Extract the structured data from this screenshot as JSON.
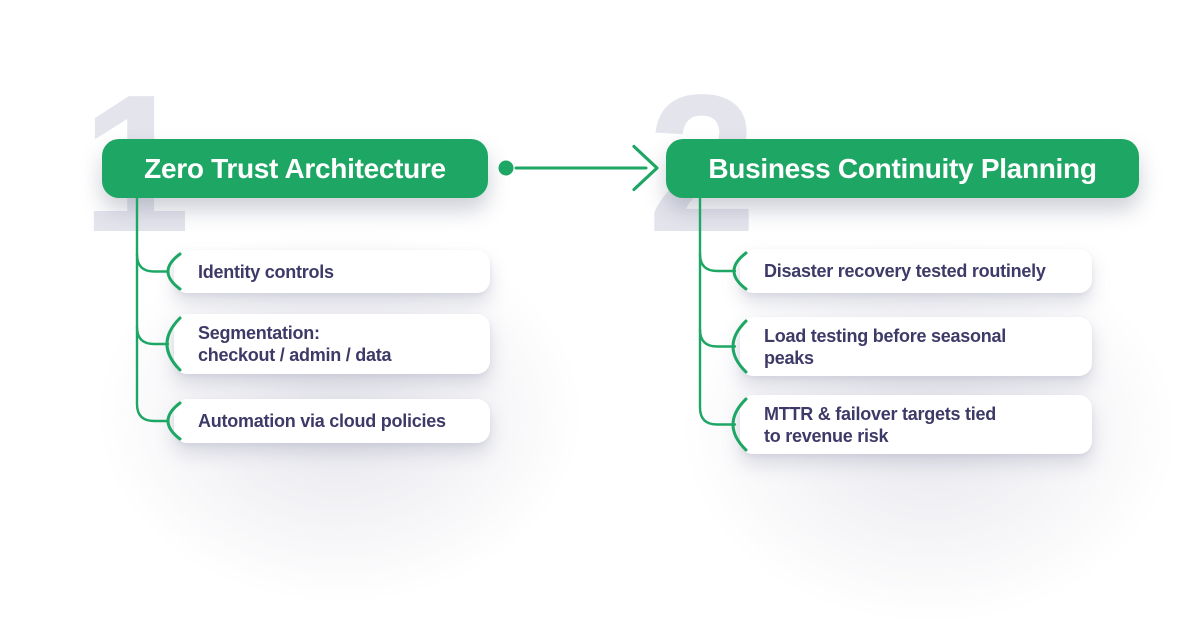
{
  "diagram": {
    "type": "two-step flow with sub-item branches",
    "colors": {
      "accent": "#1EA664",
      "node_bg": "#1EA664",
      "node_text": "#FFFFFF",
      "card_bg": "#FFFFFF",
      "card_text": "#3E3A68",
      "ghost_number": "#E4E4ED",
      "background": "#FFFFFF"
    },
    "columns": [
      {
        "ghost_number": "1",
        "title": "Zero Trust Architecture",
        "items": [
          {
            "text": "Identity controls"
          },
          {
            "text": "Segmentation:\ncheckout / admin / data"
          },
          {
            "text": "Automation via cloud policies"
          }
        ]
      },
      {
        "ghost_number": "2",
        "title": "Business Continuity Planning",
        "items": [
          {
            "text": "Disaster recovery tested routinely"
          },
          {
            "text": "Load testing before seasonal\npeaks"
          },
          {
            "text": "MTTR & failover targets tied\nto revenue risk"
          }
        ]
      }
    ]
  }
}
